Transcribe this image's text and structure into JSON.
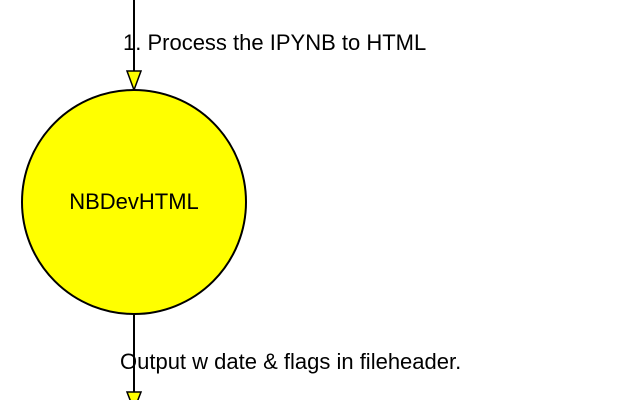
{
  "diagram": {
    "node": {
      "label": "NBDevHTML",
      "fill_color": "#ffff00",
      "stroke_color": "#000000",
      "shape": "circle"
    },
    "edges": {
      "incoming_label": "1. Process the IPYNB to HTML",
      "outgoing_label": "Output w date & flags in fileheader.",
      "arrow_color": "#ffff00",
      "line_color": "#000000"
    }
  }
}
